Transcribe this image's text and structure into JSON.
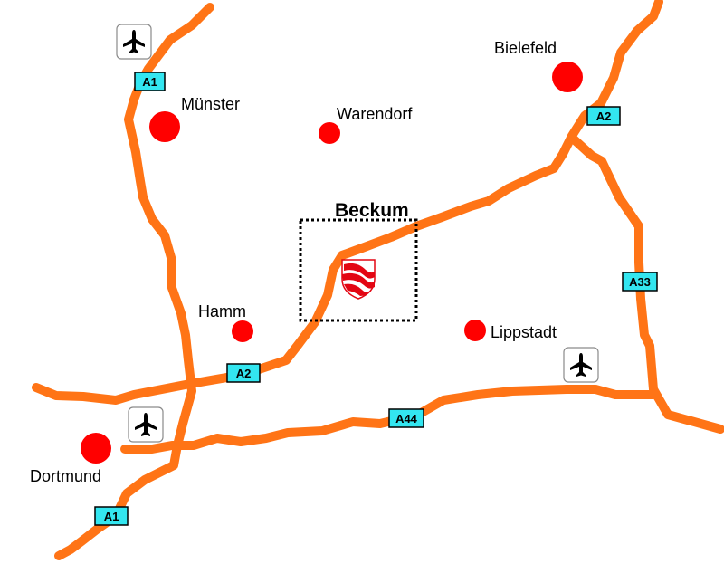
{
  "colors": {
    "road": "#ff7416",
    "city": "#ff0000",
    "shield_fill": "#33e6f0",
    "frame": "#000000",
    "coat_of_arms_red": "#e30613"
  },
  "focus_town": {
    "name": "Beckum"
  },
  "cities": [
    {
      "name": "Münster"
    },
    {
      "name": "Warendorf"
    },
    {
      "name": "Bielefeld"
    },
    {
      "name": "Hamm"
    },
    {
      "name": "Lippstadt"
    },
    {
      "name": "Dortmund"
    }
  ],
  "shields": {
    "a1_north": "A1",
    "a2_northeast": "A2",
    "a33": "A33",
    "a2_west": "A2",
    "a44": "A44",
    "a1_south": "A1"
  },
  "icons": {
    "airport": "airplane-icon",
    "coat_of_arms": "coat-of-arms-icon"
  }
}
